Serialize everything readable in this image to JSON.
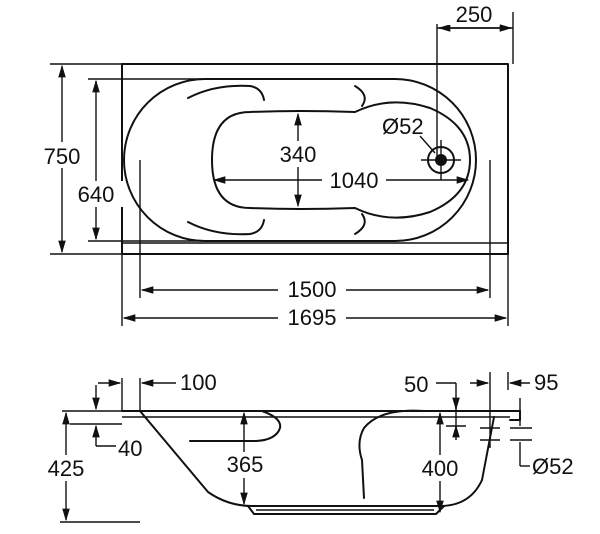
{
  "dimensions": {
    "top_view": {
      "drain_offset": "250",
      "overall_width": "750",
      "inner_width": "640",
      "basin_width": "340",
      "basin_length": "1040",
      "drain_diameter": "Ø52",
      "inner_length": "1500",
      "overall_length": "1695"
    },
    "side_view": {
      "rim_left": "100",
      "rim_right_a": "50",
      "rim_right_b": "95",
      "rim_height": "40",
      "overall_height": "425",
      "basin_depth": "365",
      "drain_depth": "400",
      "overflow_diameter": "Ø52"
    }
  }
}
